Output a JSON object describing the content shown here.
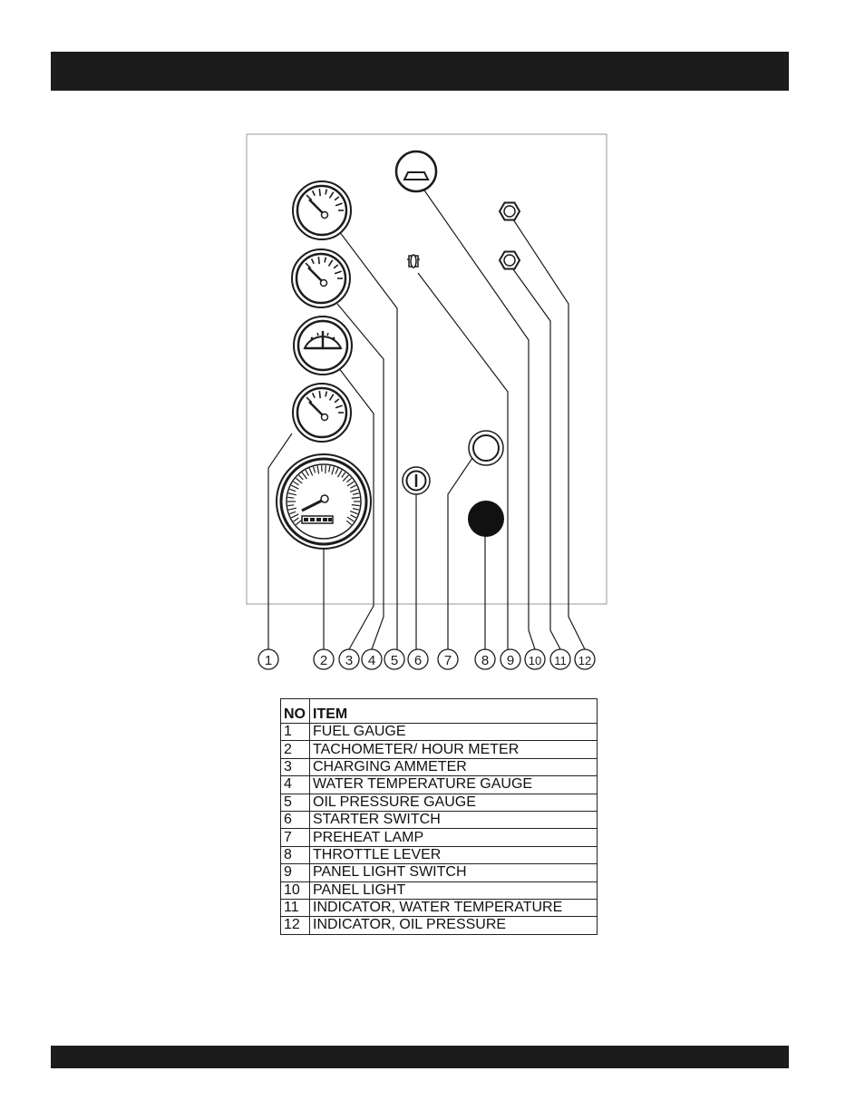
{
  "callouts": [
    "1",
    "2",
    "3",
    "4",
    "5",
    "6",
    "7",
    "8",
    "9",
    "10",
    "11",
    "12"
  ],
  "table": {
    "headers": [
      "NO",
      "ITEM"
    ],
    "rows": [
      {
        "no": "1",
        "item": "FUEL GAUGE"
      },
      {
        "no": "2",
        "item": "TACHOMETER/ HOUR METER"
      },
      {
        "no": "3",
        "item": "CHARGING AMMETER"
      },
      {
        "no": "4",
        "item": "WATER TEMPERATURE GAUGE"
      },
      {
        "no": "5",
        "item": "OIL PRESSURE GAUGE"
      },
      {
        "no": "6",
        "item": "STARTER SWITCH"
      },
      {
        "no": "7",
        "item": "PREHEAT LAMP"
      },
      {
        "no": "8",
        "item": "THROTTLE LEVER"
      },
      {
        "no": "9",
        "item": "PANEL LIGHT SWITCH"
      },
      {
        "no": "10",
        "item": "PANEL LIGHT"
      },
      {
        "no": "11",
        "item": "INDICATOR, WATER TEMPERATURE"
      },
      {
        "no": "12",
        "item": "INDICATOR, OIL PRESSURE"
      }
    ]
  },
  "colors": {
    "ink": "#1c1c1c",
    "panel_border": "#9a9a9a",
    "knob": "#111111"
  }
}
